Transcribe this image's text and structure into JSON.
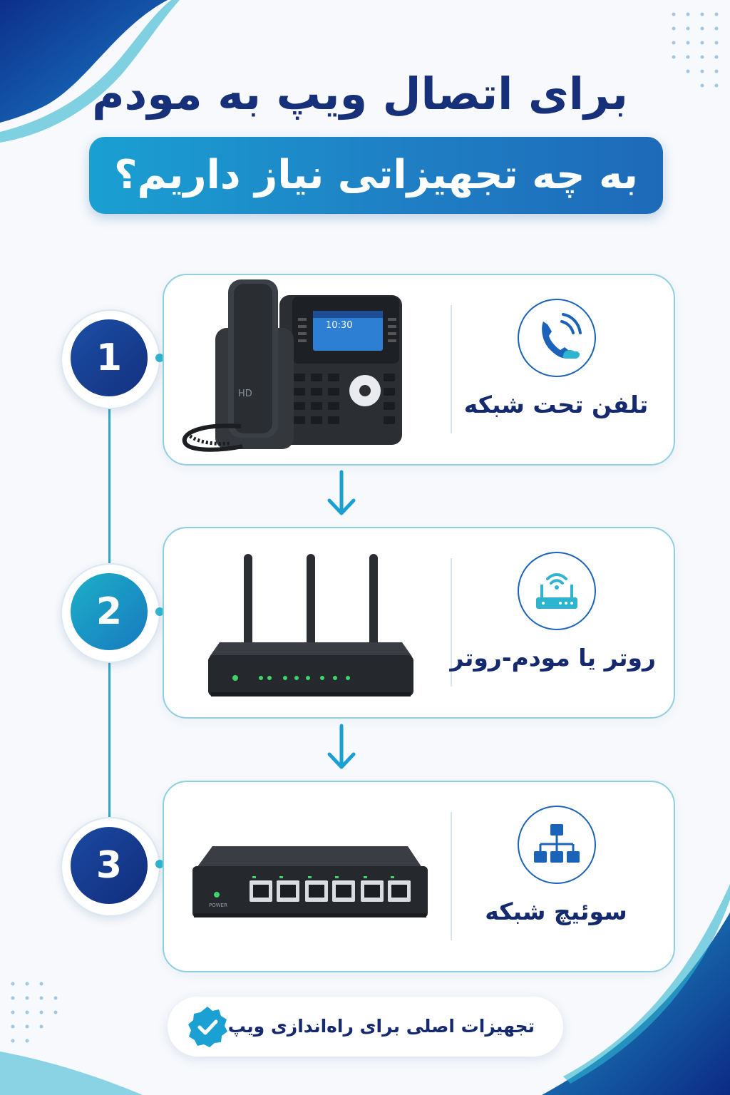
{
  "title": "برای اتصال ویپ به مودم",
  "subtitle": "به چه تجهیزاتی نیاز داریم؟",
  "steps": [
    {
      "number": "1",
      "label": "تلفن تحت شبکه",
      "icon": "phone-icon",
      "screen_time": "10:30",
      "brand_mark": "HD"
    },
    {
      "number": "2",
      "label": "روتر یا مودم-روتر",
      "icon": "router-icon"
    },
    {
      "number": "3",
      "label": "سوئیچ شبکه",
      "icon": "network-hierarchy-icon",
      "power_label": "POWER"
    }
  ],
  "footer": {
    "text": "تجهیزات اصلی برای راه‌اندازی ویپ",
    "icon": "check-badge-icon"
  },
  "colors": {
    "navy": "#17307a",
    "blue": "#1f7fc4",
    "teal": "#1aa0d2",
    "accent": "#2fb4cf"
  }
}
